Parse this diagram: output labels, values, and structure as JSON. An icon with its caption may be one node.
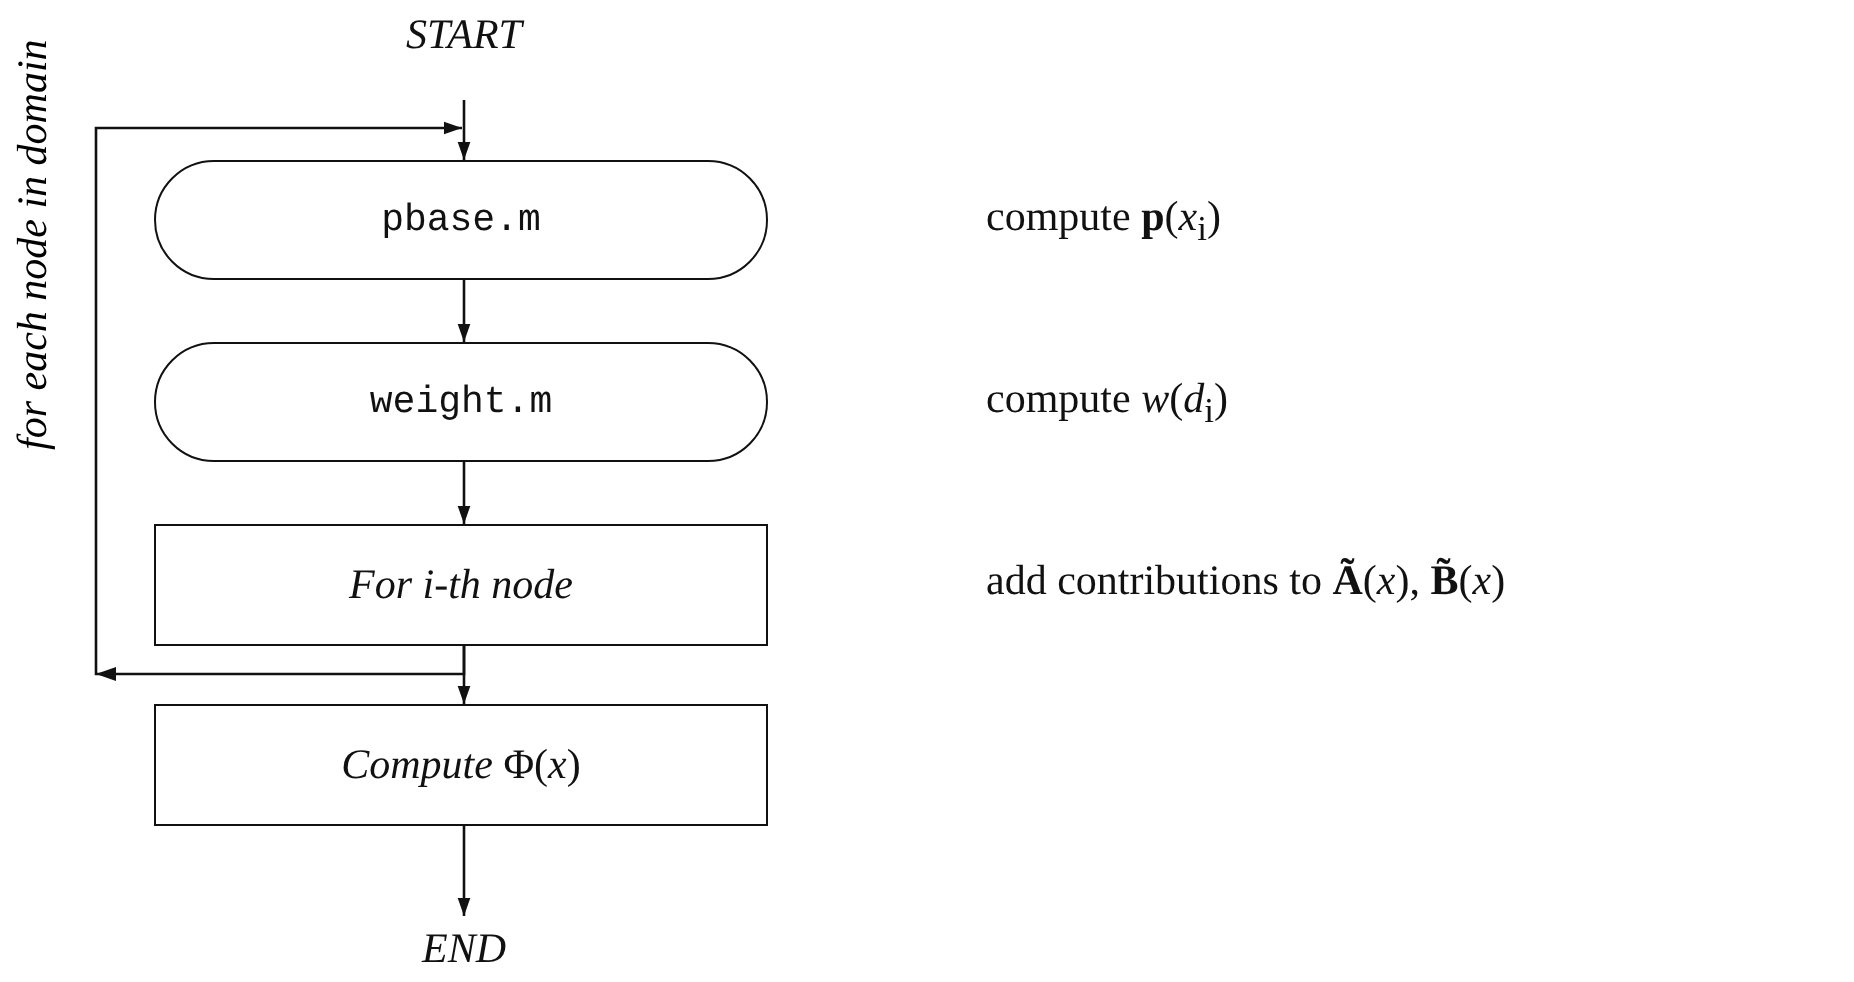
{
  "diagram": {
    "nodes": [
      {
        "text": [
          "START"
        ]
      },
      {
        "text": [
          "pbase.m"
        ]
      },
      {
        "text": [
          "weight.m"
        ]
      },
      {
        "text": [
          "For i-th node"
        ]
      },
      {
        "text": [
          "*Compute* Φ(*x*)"
        ]
      },
      {
        "text": [
          "END"
        ]
      }
    ],
    "edges": [
      {
        "from": 0,
        "to": 1,
        "arrow": "to"
      },
      {
        "from": 1,
        "to": 2,
        "arrow": "to"
      },
      {
        "from": 2,
        "to": 3,
        "arrow": "to"
      },
      {
        "from": 3,
        "to": 4,
        "arrow": "to"
      },
      {
        "from": 4,
        "to": 5,
        "arrow": "to"
      },
      {
        "from": 3,
        "to": 1,
        "arrow": "to",
        "label": "for each node in domain"
      }
    ],
    "labels": [
      "compute **p**(*x*$_{i}$)",
      "compute *w*(*d*$_{i}$)",
      "add contributions to **Ã**(*x*), **B̃**(*x*)"
    ]
  }
}
